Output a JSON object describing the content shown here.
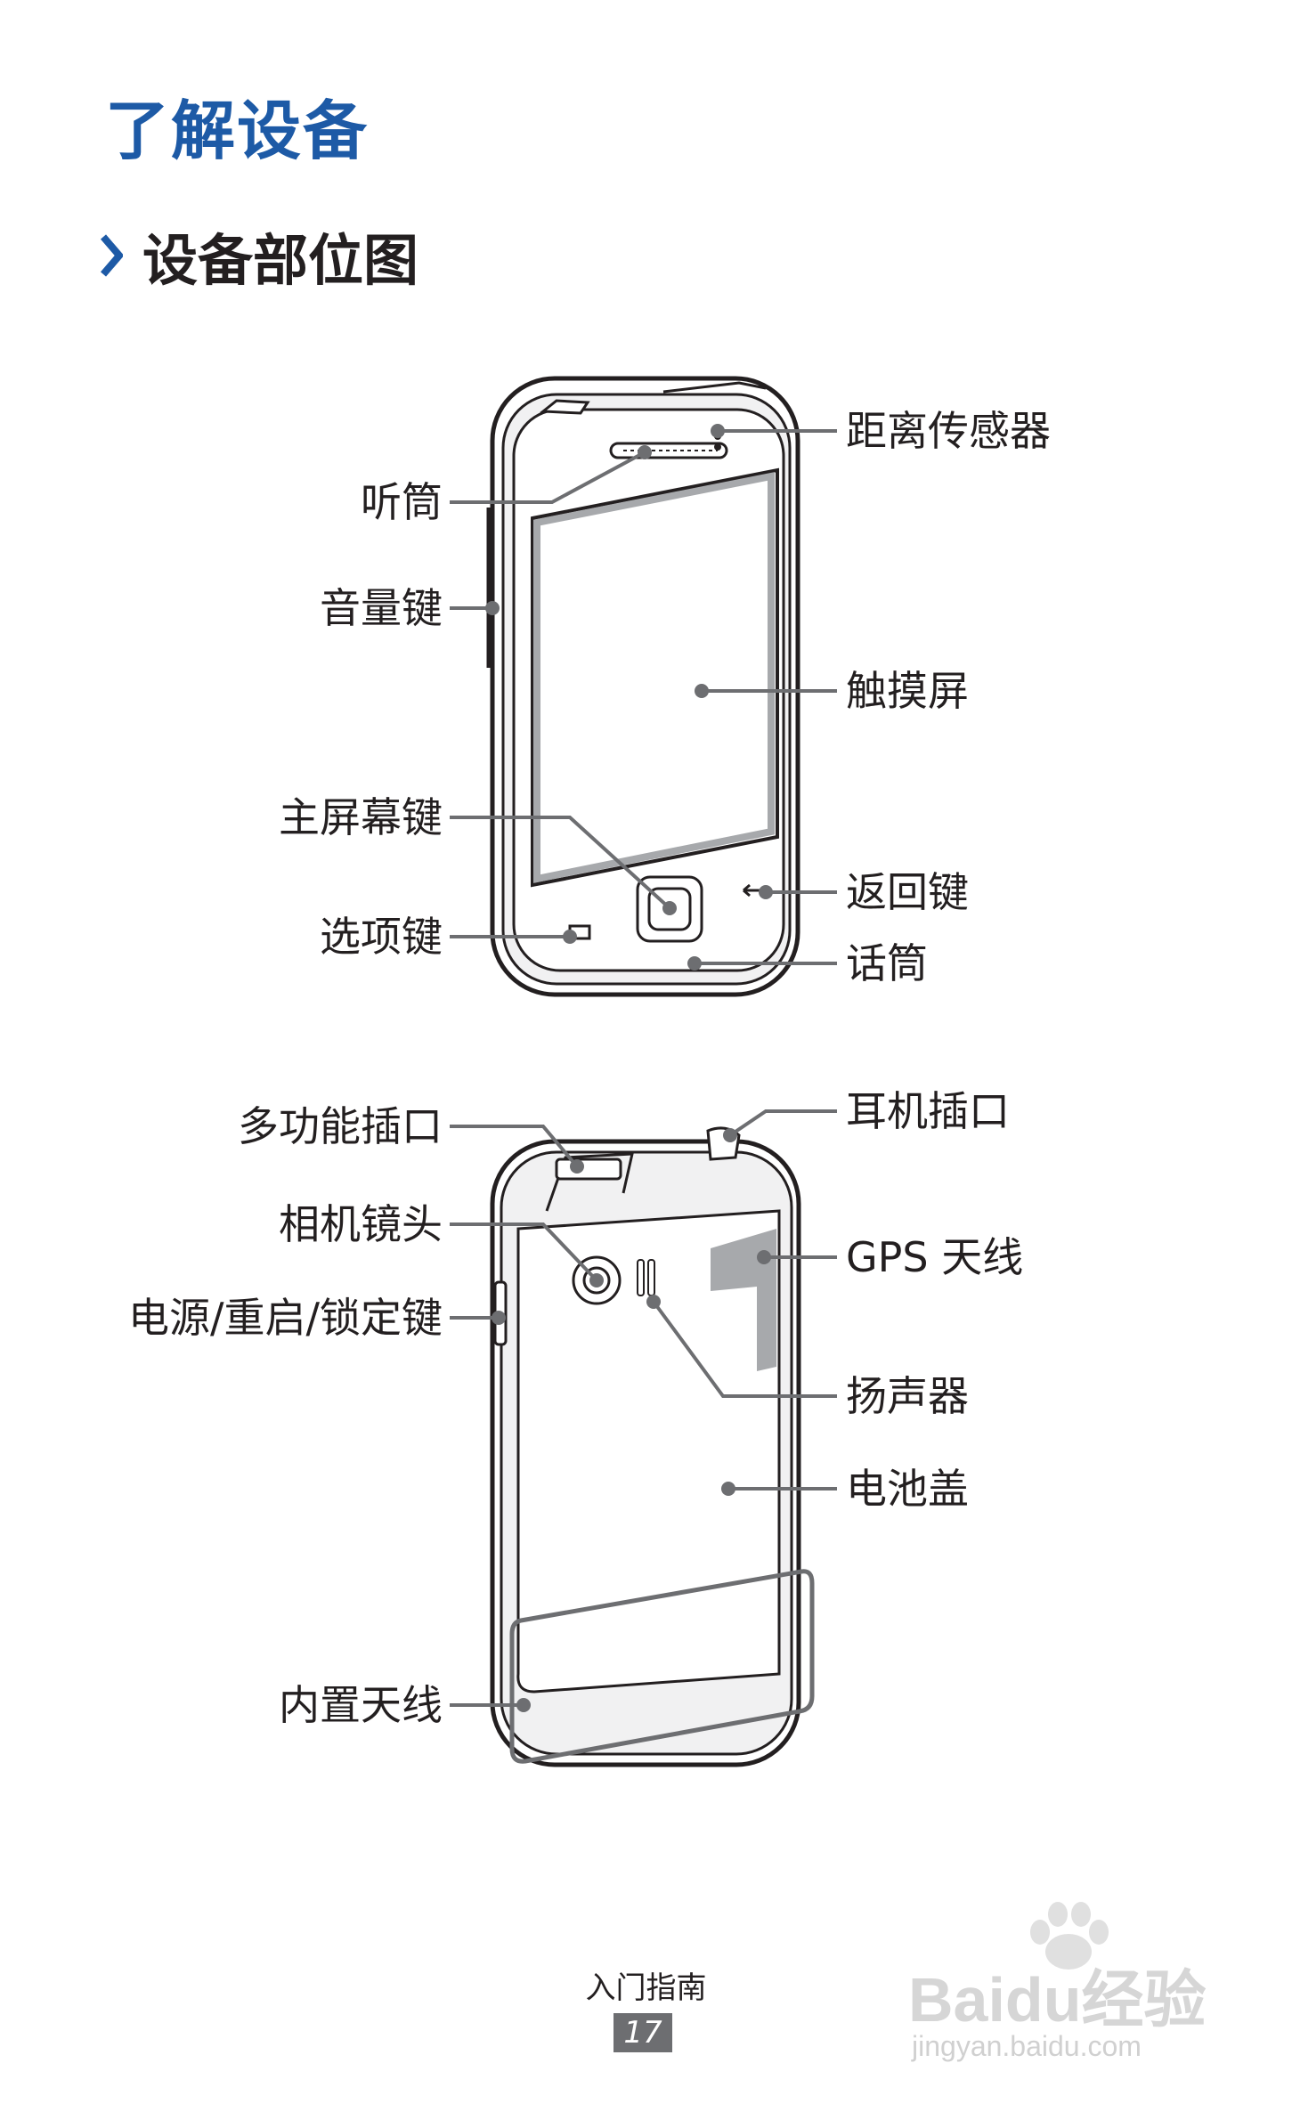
{
  "page": {
    "title": "了解设备",
    "section_title": "设备部位图"
  },
  "front_labels": {
    "proximity_sensor": "距离传感器",
    "earpiece": "听筒",
    "volume_key": "音量键",
    "touch_screen": "触摸屏",
    "home_key": "主屏幕键",
    "back_key": "返回键",
    "menu_key": "选项键",
    "microphone": "话筒"
  },
  "back_labels": {
    "multifunction_jack": "多功能插口",
    "headset_jack": "耳机插口",
    "camera_lens": "相机镜头",
    "gps_antenna": "GPS 天线",
    "power_key": "电源/重启/锁定键",
    "speaker": "扬声器",
    "battery_cover": "电池盖",
    "internal_antenna": "内置天线"
  },
  "footer": {
    "section": "入门指南",
    "page_number": "17"
  },
  "watermark": {
    "logo": "Baidu经验",
    "url": "jingyan.baidu.com"
  },
  "colors": {
    "title": "#1d5aa6",
    "leader_line": "#6d6e71",
    "highlight": "#a7a9ac"
  }
}
